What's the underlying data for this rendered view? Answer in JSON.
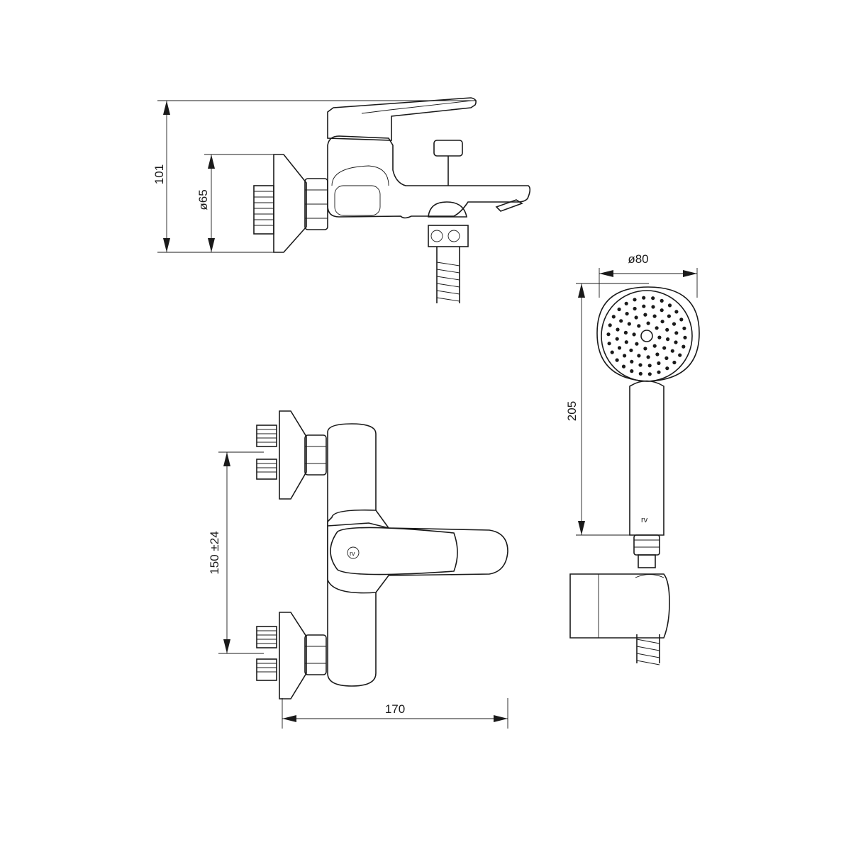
{
  "dimensions": {
    "overall_height": "101",
    "flange_diameter": "ø65",
    "head_diameter": "ø80",
    "handshower_length": "205",
    "inlet_spacing": "150 ±24",
    "overall_width": "170"
  },
  "icons": {
    "brand_logo_handle": "brand-logo-icon",
    "brand_logo_handshower": "brand-logo-icon"
  }
}
